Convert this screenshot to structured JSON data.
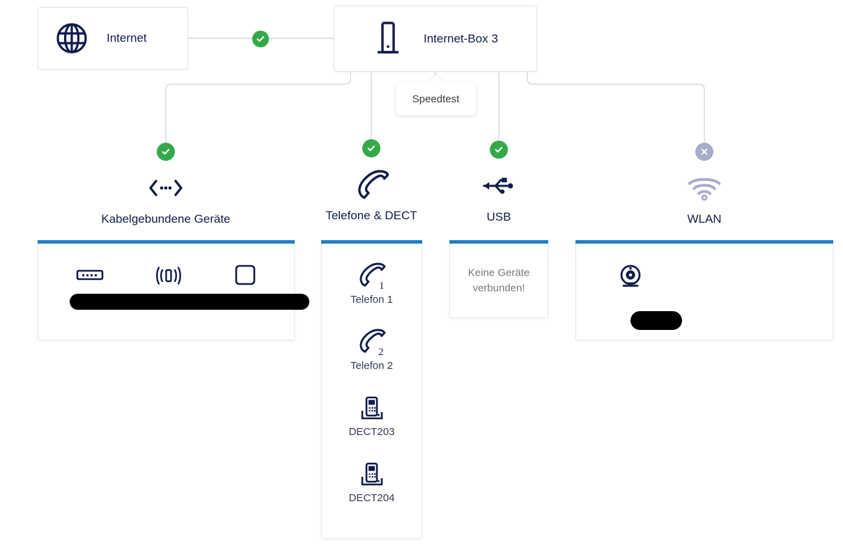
{
  "topology": {
    "nodes": [
      {
        "id": "internet",
        "label": "Internet",
        "icon": "globe-icon"
      },
      {
        "id": "router",
        "label": "Internet-Box 3",
        "icon": "router-tower-icon"
      }
    ],
    "link_status": {
      "internet_to_router": "ok",
      "icon": "check-circle-icon"
    },
    "tooltip": {
      "label": "Speedtest"
    }
  },
  "branches": [
    {
      "id": "wired",
      "label": "Kabelgebundene Geräte",
      "icon": "wired-devices-icon",
      "status": "ok",
      "status_icon": "check-circle-icon"
    },
    {
      "id": "phones",
      "label": "Telefone & DECT",
      "icon": "phone-handset-icon",
      "status": "ok",
      "status_icon": "check-circle-icon"
    },
    {
      "id": "usb",
      "label": "USB",
      "icon": "usb-icon",
      "status": "ok",
      "status_icon": "check-circle-icon"
    },
    {
      "id": "wlan",
      "label": "WLAN",
      "icon": "wifi-icon",
      "status": "off",
      "status_icon": "close-circle-icon"
    }
  ],
  "cards": {
    "wired": {
      "devices": [
        {
          "name": "",
          "icon": "ethernet-port-icon",
          "redacted": true
        },
        {
          "name": "",
          "icon": "wireless-device-icon",
          "redacted": true
        },
        {
          "name": "",
          "icon": "blank-device-icon",
          "redacted": true
        }
      ]
    },
    "phones": {
      "devices": [
        {
          "name": "Telefon 1",
          "icon": "phone-handset-1-icon"
        },
        {
          "name": "Telefon 2",
          "icon": "phone-handset-2-icon"
        },
        {
          "name": "DECT203",
          "icon": "dect-handset-icon"
        },
        {
          "name": "DECT204",
          "icon": "dect-handset-icon"
        }
      ]
    },
    "usb": {
      "empty_message_line1": "Keine Geräte",
      "empty_message_line2": "verbunden!"
    },
    "wlan": {
      "devices": [
        {
          "name": "",
          "icon": "webcam-icon",
          "redacted": true
        }
      ]
    }
  },
  "colors": {
    "status_ok": "#35a94a",
    "status_off": "#a8accb",
    "card_accent": "#1f80c8",
    "icon_navy": "#101b4a",
    "wire": "#cfcfcf",
    "redaction": "#000000"
  }
}
